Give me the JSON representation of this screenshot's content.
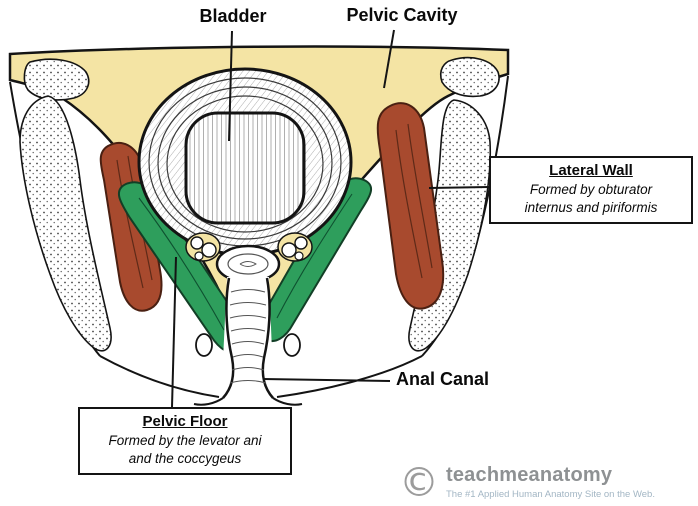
{
  "diagram": {
    "labels": {
      "bladder": "Bladder",
      "pelvic_cavity": "Pelvic Cavity",
      "anal_canal": "Anal Canal"
    },
    "callouts": {
      "lateral_wall": {
        "title": "Lateral Wall",
        "lines": [
          "Formed by obturator",
          "internus and piriformis"
        ]
      },
      "pelvic_floor": {
        "title": "Pelvic Floor",
        "lines": [
          "Formed by the levator ani",
          "and the coccygeus"
        ]
      }
    }
  },
  "branding": {
    "copyright_symbol": "©",
    "name": "teachmeanatomy",
    "tagline": "The #1 Applied Human Anatomy Site on the Web."
  },
  "colors": {
    "pelvic_cavity_fill": "#F4E4A4",
    "levator_ani_green": "#2E9E5C",
    "obturator_red": "#A84A2E",
    "outline_black": "#141414",
    "brand_gray": "#8E9193",
    "tagline_blue_gray": "#A3B6C4"
  }
}
